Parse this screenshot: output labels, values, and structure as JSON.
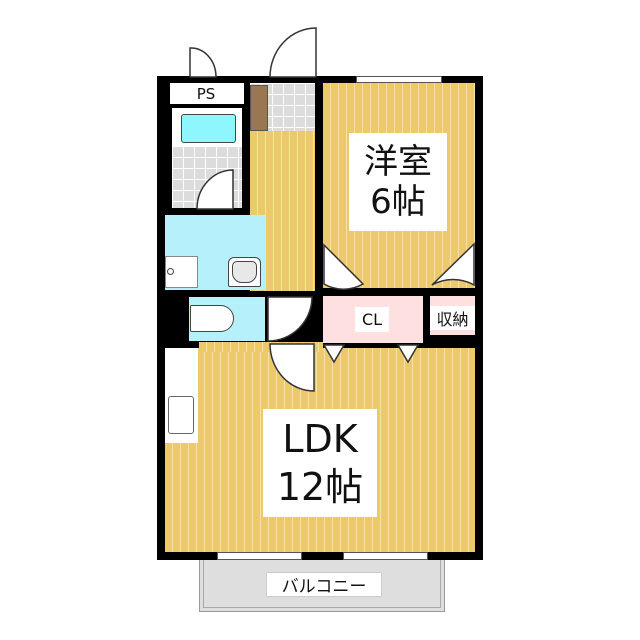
{
  "floorplan": {
    "rooms": {
      "western_room": {
        "name": "洋室",
        "size": "6帖"
      },
      "ldk": {
        "name": "LDK",
        "size": "12帖"
      },
      "closet": {
        "label": "CL"
      },
      "storage": {
        "label": "収納"
      },
      "pipe_space": {
        "label": "PS"
      },
      "balcony": {
        "label": "バルコニー"
      }
    },
    "colors": {
      "floor": "#ecc96a",
      "floor_stripe": "#f6e3a8",
      "wet_area": "#b6f0fb",
      "bathtub": "#8ef6ff",
      "closet": "#fde0df",
      "tile": "#dcdcdc",
      "shoe_box": "#9b7653",
      "balcony": "#dedede",
      "wall": "#000000"
    }
  }
}
